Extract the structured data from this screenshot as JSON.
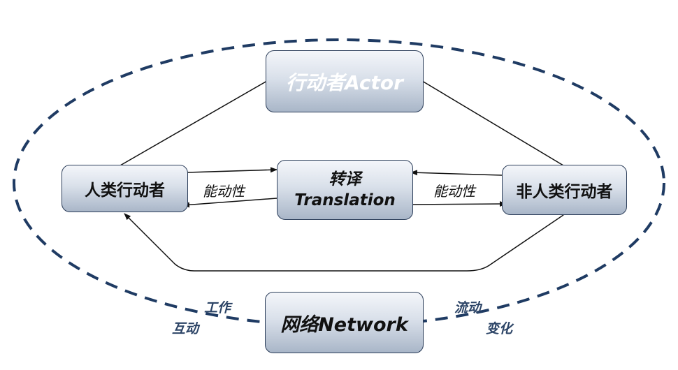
{
  "nodes": {
    "actor": "行动者Actor",
    "human": "人类行动者",
    "translation_cn": "转译",
    "translation_en": "Translation",
    "nonhuman": "非人类行动者",
    "network": "网络Network"
  },
  "edges": {
    "agency_left": "能动性",
    "agency_right": "能动性"
  },
  "annotations": {
    "work": "工作",
    "interaction": "互动",
    "flow": "流动",
    "change": "变化"
  },
  "colors": {
    "ellipse_dash": "#1f3b63",
    "box_border": "#2c3e5a",
    "annotation_text": "#2c4466"
  }
}
